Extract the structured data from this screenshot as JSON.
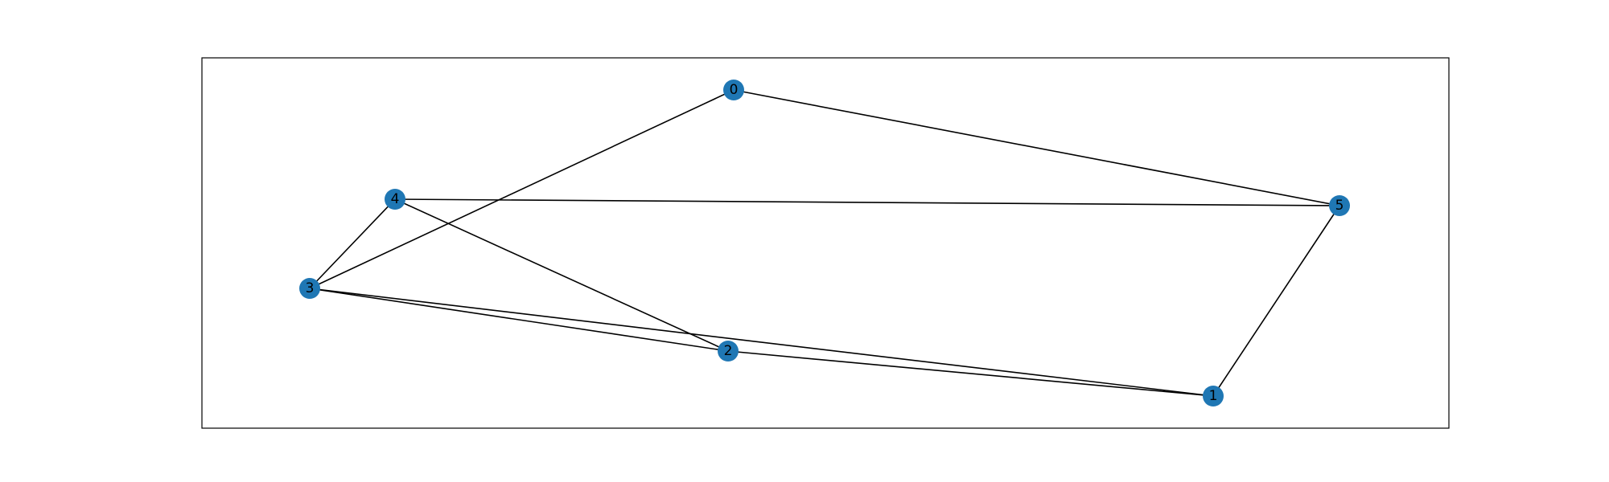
{
  "graph": {
    "node_color": "#1f77b4",
    "edge_color": "#000000",
    "frame_color": "#000000",
    "nodes": [
      {
        "id": "0",
        "label": "0"
      },
      {
        "id": "1",
        "label": "1"
      },
      {
        "id": "2",
        "label": "2"
      },
      {
        "id": "3",
        "label": "3"
      },
      {
        "id": "4",
        "label": "4"
      },
      {
        "id": "5",
        "label": "5"
      }
    ],
    "edges": [
      {
        "source": "0",
        "target": "5"
      },
      {
        "source": "0",
        "target": "3"
      },
      {
        "source": "4",
        "target": "5"
      },
      {
        "source": "4",
        "target": "3"
      },
      {
        "source": "4",
        "target": "2"
      },
      {
        "source": "3",
        "target": "2"
      },
      {
        "source": "3",
        "target": "1"
      },
      {
        "source": "2",
        "target": "1"
      },
      {
        "source": "5",
        "target": "1"
      }
    ]
  }
}
